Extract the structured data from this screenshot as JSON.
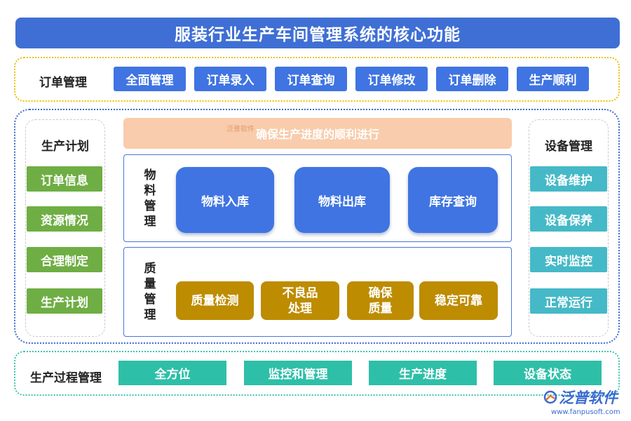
{
  "title": "服装行业生产车间管理系统的核心功能",
  "order_management": {
    "label": "订单管理",
    "items": [
      "全面管理",
      "订单录入",
      "订单查询",
      "订单修改",
      "订单删除",
      "生产顺利"
    ]
  },
  "production_plan": {
    "label": "生产计划",
    "items": [
      "订单信息",
      "资源情况",
      "合理制定",
      "生产计划"
    ]
  },
  "banner": {
    "logo_text": "泛普软件",
    "text": "确保生产进度的顺利进行"
  },
  "material_management": {
    "label": "物料管理",
    "items": [
      "物料入库",
      "物料出库",
      "库存查询"
    ]
  },
  "quality_management": {
    "label": "质量管理",
    "items": [
      "质量检测",
      "不良品\n处理",
      "确保\n质量",
      "稳定可靠"
    ]
  },
  "equipment_management": {
    "label": "设备管理",
    "items": [
      "设备维护",
      "设备保养",
      "实时监控",
      "正常运行"
    ]
  },
  "process_management": {
    "label": "生产过程管理",
    "items": [
      "全方位",
      "监控和管理",
      "生产进度",
      "设备状态"
    ]
  },
  "watermark": {
    "name": "泛普软件",
    "url": "www.fanpusoft.com"
  },
  "colors": {
    "title_bar": "#3f6fd4",
    "blue_button": "#3f74e2",
    "green_button": "#6fae44",
    "teal_button": "#45b9c7",
    "gold_button": "#bd8c00",
    "mint_button": "#2ebfa8",
    "banner": "#f8ccac",
    "order_border": "#f0c000",
    "middle_border": "#3a6ad0",
    "process_border": "#3fc2ae"
  }
}
